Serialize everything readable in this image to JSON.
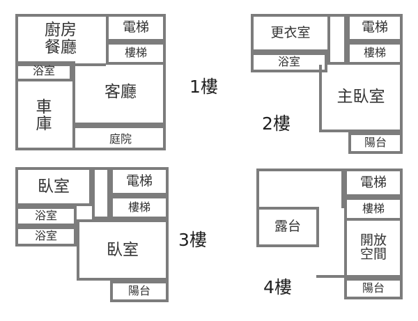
{
  "document": {
    "type": "residential-floor-plan-set",
    "background_color": "#ffffff",
    "wall_color": "#7c7c7c",
    "text_color": "#333333",
    "floor_count": 4
  },
  "floors": [
    {
      "id": "floor-1",
      "label": "1樓",
      "rooms": [
        {
          "key": "kitchen_dining",
          "name": "廚房\n餐廳",
          "line1": "廚房",
          "line2": "餐廳"
        },
        {
          "key": "elevator",
          "name": "電梯"
        },
        {
          "key": "stairs",
          "name": "樓梯"
        },
        {
          "key": "bathroom",
          "name": "浴室"
        },
        {
          "key": "living_room",
          "name": "客廳"
        },
        {
          "key": "garage",
          "name": "車庫",
          "line1": "車",
          "line2": "庫"
        },
        {
          "key": "courtyard",
          "name": "庭院"
        }
      ]
    },
    {
      "id": "floor-2",
      "label": "2樓",
      "rooms": [
        {
          "key": "dressing_room",
          "name": "更衣室"
        },
        {
          "key": "elevator",
          "name": "電梯"
        },
        {
          "key": "stairs",
          "name": "樓梯"
        },
        {
          "key": "bathroom",
          "name": "浴室"
        },
        {
          "key": "master_bedroom",
          "name": "主臥室"
        },
        {
          "key": "balcony",
          "name": "陽台"
        },
        {
          "key": "corridor",
          "name": ""
        }
      ]
    },
    {
      "id": "floor-3",
      "label": "3樓",
      "rooms": [
        {
          "key": "bedroom_upper",
          "name": "臥室"
        },
        {
          "key": "elevator",
          "name": "電梯"
        },
        {
          "key": "stairs",
          "name": "樓梯"
        },
        {
          "key": "bathroom_1",
          "name": "浴室"
        },
        {
          "key": "bathroom_2",
          "name": "浴室"
        },
        {
          "key": "bedroom_lower",
          "name": "臥室"
        },
        {
          "key": "balcony",
          "name": "陽台"
        },
        {
          "key": "corridor",
          "name": ""
        }
      ]
    },
    {
      "id": "floor-4",
      "label": "4樓",
      "rooms": [
        {
          "key": "elevator",
          "name": "電梯"
        },
        {
          "key": "stairs",
          "name": "樓梯"
        },
        {
          "key": "terrace",
          "name": "露台"
        },
        {
          "key": "open_space",
          "name": "開放空間",
          "line1": "開放",
          "line2": "空間"
        },
        {
          "key": "balcony",
          "name": "陽台"
        },
        {
          "key": "void_area",
          "name": ""
        }
      ]
    }
  ]
}
